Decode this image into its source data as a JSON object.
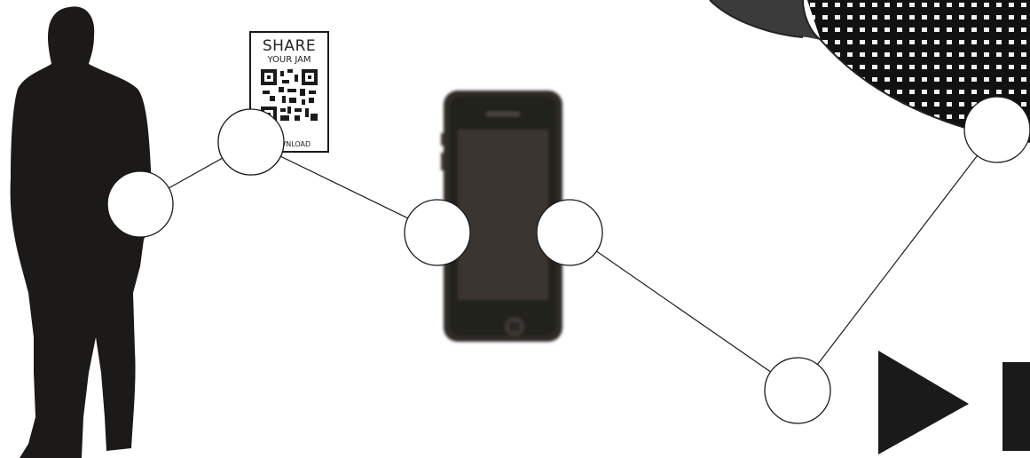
{
  "qr_card": {
    "title": "SHARE",
    "subtitle": "YOUR JAM",
    "footer": "DOWNLOAD"
  },
  "icons": {
    "person": "person-silhouette-icon",
    "phone": "smartphone-icon",
    "qr": "qr-code-icon",
    "speaker": "speaker-grille-icon",
    "play_next": "skip-next-icon"
  },
  "colors": {
    "ink": "#1a1a1a",
    "phone_body": "#2e2a27",
    "phone_screen": "#3a3633",
    "node_fill": "#ffffff"
  }
}
